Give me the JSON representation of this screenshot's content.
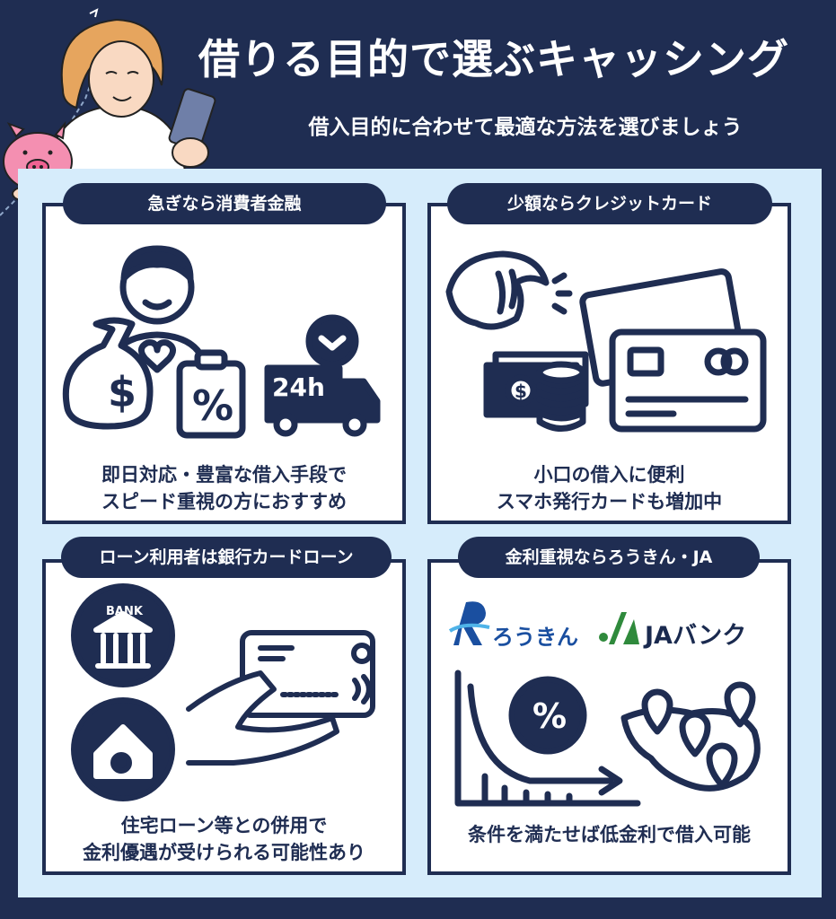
{
  "header": {
    "title": "借りる目的で選ぶキャッシング",
    "subtitle": "借入目的に合わせて最適な方法を選びましょう"
  },
  "cards": [
    {
      "label": "急ぎなら消費者金融",
      "desc_line1": "即日対応・豊富な借入手段で",
      "desc_line2": "スピード重視の方におすすめ",
      "icon_text": "24h"
    },
    {
      "label": "少額ならクレジットカード",
      "desc_line1": "小口の借入に便利",
      "desc_line2": "スマホ発行カードも増加中"
    },
    {
      "label": "ローン利用者は銀行カードローン",
      "desc_line1": "住宅ローン等との併用で",
      "desc_line2": "金利優遇が受けられる可能性あり",
      "icon_text": "BANK"
    },
    {
      "label": "金利重視ならろうきん・JA",
      "desc_line1": "条件を満たせば低金利で借入可能",
      "logo1": "ろうきん",
      "logo2": "JAバンク"
    }
  ],
  "colors": {
    "navy": "#1f2d52",
    "panel": "#d6ecfb",
    "rokin_blue": "#1a4fa0",
    "ja_green": "#2f8a3c"
  }
}
